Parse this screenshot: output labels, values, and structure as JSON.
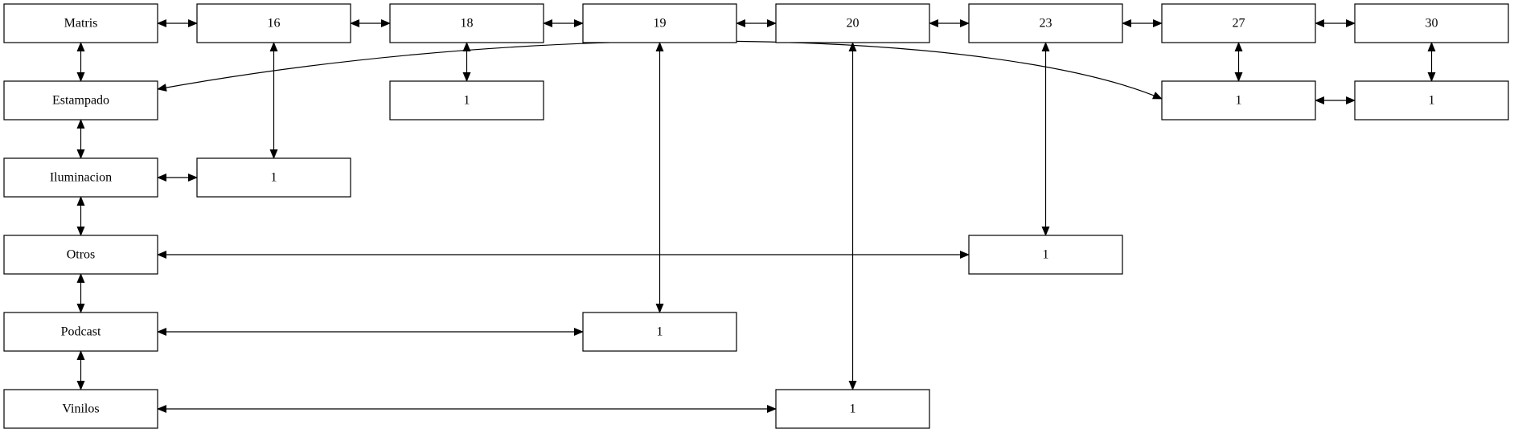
{
  "colors": {
    "background": "#ffffff",
    "stroke": "#000000",
    "text": "#000000"
  },
  "nodes": [
    {
      "id": "matris",
      "label": "Matris"
    },
    {
      "id": "n16",
      "label": "16"
    },
    {
      "id": "n18",
      "label": "18"
    },
    {
      "id": "n19",
      "label": "19"
    },
    {
      "id": "n20",
      "label": "20"
    },
    {
      "id": "n23",
      "label": "23"
    },
    {
      "id": "n27",
      "label": "27"
    },
    {
      "id": "n30",
      "label": "30"
    },
    {
      "id": "estampado",
      "label": "Estampado"
    },
    {
      "id": "n18_1",
      "label": "1"
    },
    {
      "id": "n27_1",
      "label": "1"
    },
    {
      "id": "n30_1",
      "label": "1"
    },
    {
      "id": "iluminacion",
      "label": "Iluminacion"
    },
    {
      "id": "n16_1",
      "label": "1"
    },
    {
      "id": "otros",
      "label": "Otros"
    },
    {
      "id": "n23_1",
      "label": "1"
    },
    {
      "id": "podcast",
      "label": "Podcast"
    },
    {
      "id": "n19_1",
      "label": "1"
    },
    {
      "id": "vinilos",
      "label": "Vinilos"
    },
    {
      "id": "n20_1",
      "label": "1"
    }
  ],
  "edges": [
    {
      "from": "matris",
      "to": "n16",
      "direction": "both"
    },
    {
      "from": "n16",
      "to": "n18",
      "direction": "both"
    },
    {
      "from": "n18",
      "to": "n19",
      "direction": "both"
    },
    {
      "from": "n19",
      "to": "n20",
      "direction": "both"
    },
    {
      "from": "n20",
      "to": "n23",
      "direction": "both"
    },
    {
      "from": "n23",
      "to": "n27",
      "direction": "both"
    },
    {
      "from": "n27",
      "to": "n30",
      "direction": "both"
    },
    {
      "from": "matris",
      "to": "estampado",
      "direction": "both"
    },
    {
      "from": "estampado",
      "to": "iluminacion",
      "direction": "both"
    },
    {
      "from": "iluminacion",
      "to": "otros",
      "direction": "both"
    },
    {
      "from": "otros",
      "to": "podcast",
      "direction": "both"
    },
    {
      "from": "podcast",
      "to": "vinilos",
      "direction": "both"
    },
    {
      "from": "n16",
      "to": "n16_1",
      "direction": "both"
    },
    {
      "from": "n18",
      "to": "n18_1",
      "direction": "both"
    },
    {
      "from": "n19",
      "to": "n19_1",
      "direction": "both"
    },
    {
      "from": "n20",
      "to": "n20_1",
      "direction": "both"
    },
    {
      "from": "n23",
      "to": "n23_1",
      "direction": "both"
    },
    {
      "from": "n27",
      "to": "n27_1",
      "direction": "both"
    },
    {
      "from": "n30",
      "to": "n30_1",
      "direction": "both"
    },
    {
      "from": "iluminacion",
      "to": "n16_1",
      "direction": "both"
    },
    {
      "from": "otros",
      "to": "n23_1",
      "direction": "both"
    },
    {
      "from": "podcast",
      "to": "n19_1",
      "direction": "both"
    },
    {
      "from": "vinilos",
      "to": "n20_1",
      "direction": "both"
    },
    {
      "from": "n27_1",
      "to": "n30_1",
      "direction": "both"
    },
    {
      "from": "estampado",
      "to": "n27_1",
      "direction": "both"
    }
  ]
}
